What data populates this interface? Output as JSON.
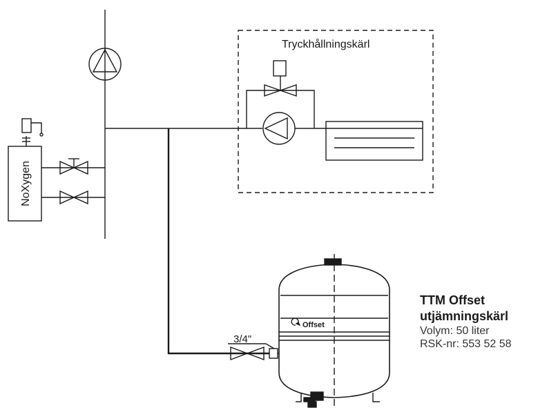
{
  "vessel_box": {
    "title": "Tryckhållningskärl"
  },
  "noxygen": {
    "label": "NoXygen"
  },
  "pipe": {
    "size_label": "3/4\""
  },
  "tank": {
    "brand_label": "Offset"
  },
  "info": {
    "title_line1": "TTM Offset",
    "title_line2": "utjämningskärl",
    "volume": "Volym: 50 liter",
    "rsk": "RSK-nr: 553 52 58"
  }
}
